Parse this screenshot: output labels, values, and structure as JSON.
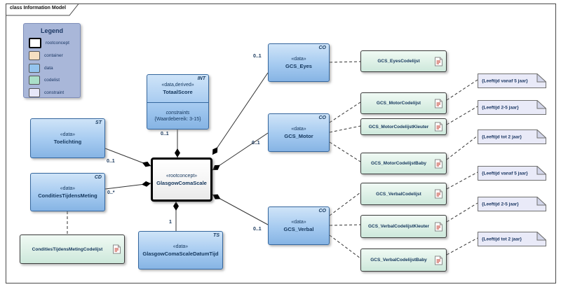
{
  "frame": {
    "title": "class Information Model"
  },
  "legend": {
    "title": "Legend",
    "items": [
      {
        "label": "rootconcept",
        "color": "#ffffff"
      },
      {
        "label": "container",
        "color": "#f5dfc2"
      },
      {
        "label": "data",
        "color": "#94c4ee"
      },
      {
        "label": "codelist",
        "color": "#aadfc8"
      },
      {
        "label": "constraint",
        "color": "#e6e7f8"
      }
    ]
  },
  "nodes": {
    "totaalscore": {
      "stereotype": "«data,derived»",
      "name": "TotaalScore",
      "type": "INT",
      "constraints_label": "constraints",
      "constraint_value": "{Waardebereik: 3-15}"
    },
    "toelichting": {
      "stereotype": "«data»",
      "name": "Toelichting",
      "type": "ST"
    },
    "condities": {
      "stereotype": "«data»",
      "name": "ConditiesTijdensMeting",
      "type": "CD"
    },
    "rootconcept": {
      "stereotype": "«rootconcept»",
      "name": "GlasgowComaScale"
    },
    "datumtijd": {
      "stereotype": "«data»",
      "name": "GlasgowComaScaleDatumTijd",
      "type": "TS"
    },
    "eyes": {
      "stereotype": "«data»",
      "name": "GCS_Eyes",
      "type": "CO"
    },
    "motor": {
      "stereotype": "«data»",
      "name": "GCS_Motor",
      "type": "CO"
    },
    "verbal": {
      "stereotype": "«data»",
      "name": "GCS_Verbal",
      "type": "CO"
    }
  },
  "codelists": {
    "condities": "ConditiesTijdensMetingCodelijst",
    "eyes": "GCS_EyesCodelijst",
    "motor": "GCS_MotorCodelijst",
    "motor_kleuter": "GCS_MotorCodelijstKleuter",
    "motor_baby": "GCS_MotorCodelijstBaby",
    "verbal": "GCS_VerbalCodelijst",
    "verbal_kleuter": "GCS_VerbalCodelijstKleuter",
    "verbal_baby": "GCS_VerbalCodelijstBaby"
  },
  "constraints": {
    "motor_5plus": "{Leeftijd vanaf 5 jaar}",
    "motor_2_5": "{Leeftijd 2-5 jaar}",
    "motor_under2": "{Leeftijd tot 2 jaar}",
    "verbal_5plus": "{Leeftijd vanaf 5 jaar}",
    "verbal_2_5": "{Leeftijd 2-5 jaar}",
    "verbal_under2": "{Leeftijd tot 2 jaar}"
  },
  "multiplicities": {
    "totaalscore": "0..1",
    "toelichting": "0..1",
    "condities": "0..*",
    "datumtijd": "1",
    "eyes": "0..1",
    "motor": "0..1",
    "verbal": "0..1"
  },
  "colors": {
    "data_fill": "#9cc4ec",
    "data_border": "#35679e",
    "codelist_fill": "#ddf0e6",
    "constraint_fill": "#e9eaf8",
    "legend_bg": "#a9b7d9",
    "text": "#14365c",
    "line": "#333333"
  }
}
